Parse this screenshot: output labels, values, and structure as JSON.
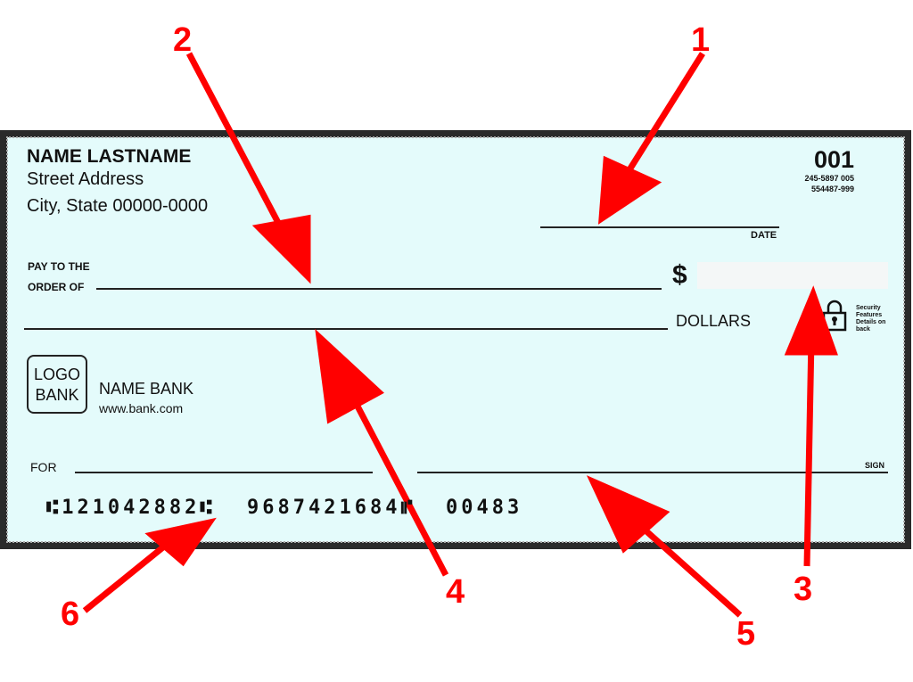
{
  "check": {
    "name": "NAME LASTNAME",
    "street": "Street Address",
    "city": "City, State 00000-0000",
    "number": "001",
    "code1": "245-5897 005",
    "code2": "554487-999",
    "date_label": "DATE",
    "pay_label_1": "PAY TO THE",
    "pay_label_2": "ORDER OF",
    "dollar_sign": "$",
    "dollars_label": "DOLLARS",
    "security_text": "Security Features Details on back",
    "logo_line1": "LOGO",
    "logo_line2": "BANK",
    "bank_name": "NAME BANK",
    "bank_url": "www.bank.com",
    "for_label": "FOR",
    "sign_label": "SIGN",
    "micr_routing": "⑆121042882⑆",
    "micr_account": "9687421684⑈",
    "micr_check": "00483"
  },
  "annotations": [
    "1",
    "2",
    "3",
    "4",
    "5",
    "6"
  ],
  "colors": {
    "arrow": "#ff0000",
    "check_fill": "#e4fbfb",
    "border": "#2a2a2a"
  }
}
